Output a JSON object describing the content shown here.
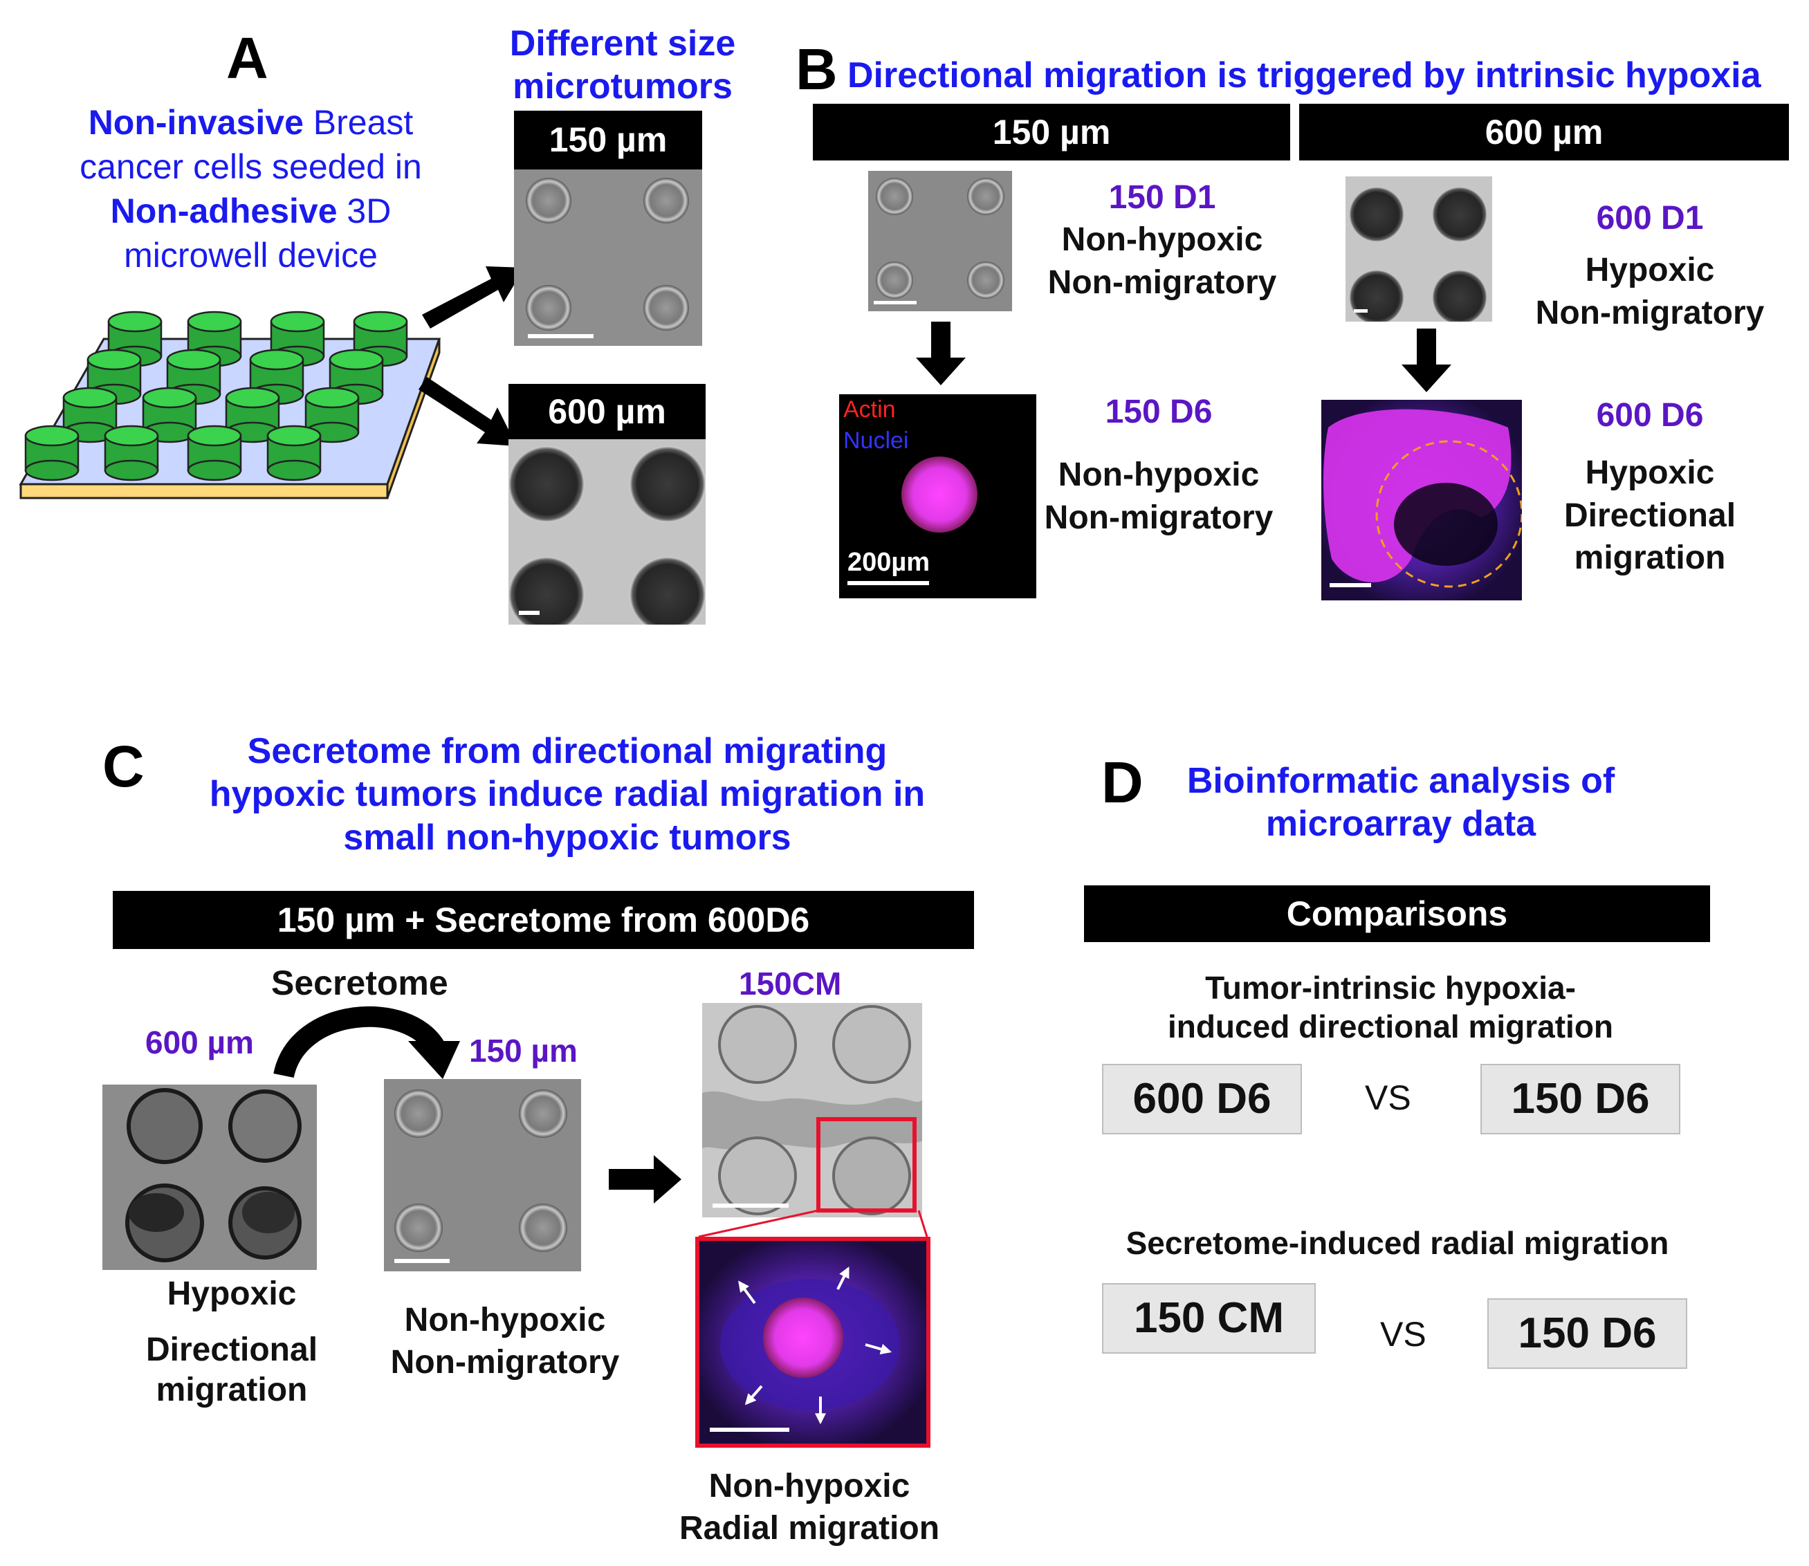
{
  "panel_a": {
    "letter": "A",
    "caption_parts": [
      "Non-invasive",
      " Breast cancer cells seeded in ",
      "Non-adhesive",
      " 3D microwell device"
    ],
    "sizes_title": [
      "Different size",
      "microtumors"
    ],
    "size_small": "150 µm",
    "size_large": "600 µm"
  },
  "panel_b": {
    "letter": "B",
    "title": "Directional migration is triggered by intrinsic hypoxia",
    "col_small": "150 µm",
    "col_large": "600 µm",
    "d1_small": {
      "label": "150 D1",
      "lines": [
        "Non-hypoxic",
        "Non-migratory"
      ]
    },
    "d6_small": {
      "label": "150 D6",
      "lines": [
        "Non-hypoxic",
        "Non-migratory"
      ]
    },
    "d1_large": {
      "label": "600 D1",
      "lines": [
        "Hypoxic",
        "Non-migratory"
      ]
    },
    "d6_large": {
      "label": "600 D6",
      "lines": [
        "Hypoxic",
        "Directional",
        "migration"
      ]
    },
    "stain_actin": "Actin",
    "stain_nuclei": "Nuclei",
    "scale_label": "200µm"
  },
  "panel_c": {
    "letter": "C",
    "title": [
      "Secretome from directional migrating",
      "hypoxic tumors induce radial migration in",
      "small non-hypoxic tumors"
    ],
    "bar": "150 µm + Secretome from 600D6",
    "secretome": "Secretome",
    "size_large": "600 µm",
    "size_small": "150 µm",
    "cm_label": "150CM",
    "large_desc": [
      "Hypoxic",
      "Directional",
      "migration"
    ],
    "small_desc": [
      "Non-hypoxic",
      "Non-migratory"
    ],
    "cm_desc": [
      "Non-hypoxic",
      "Radial migration"
    ]
  },
  "panel_d": {
    "letter": "D",
    "title": [
      "Bioinformatic analysis of",
      "microarray data"
    ],
    "bar": "Comparisons",
    "comparison_1": {
      "title": [
        "Tumor-intrinsic hypoxia-",
        "induced directional migration"
      ],
      "left": "600 D6",
      "vs": "VS",
      "right": "150 D6"
    },
    "comparison_2": {
      "title": "Secretome-induced radial migration",
      "left": "150 CM",
      "vs": "VS",
      "right": "150 D6"
    }
  },
  "colors": {
    "title_blue": "#1a1aee",
    "label_purple": "#5b16c4",
    "highlight_red": "#e8112d",
    "fill_magenta": "#d233e8"
  }
}
